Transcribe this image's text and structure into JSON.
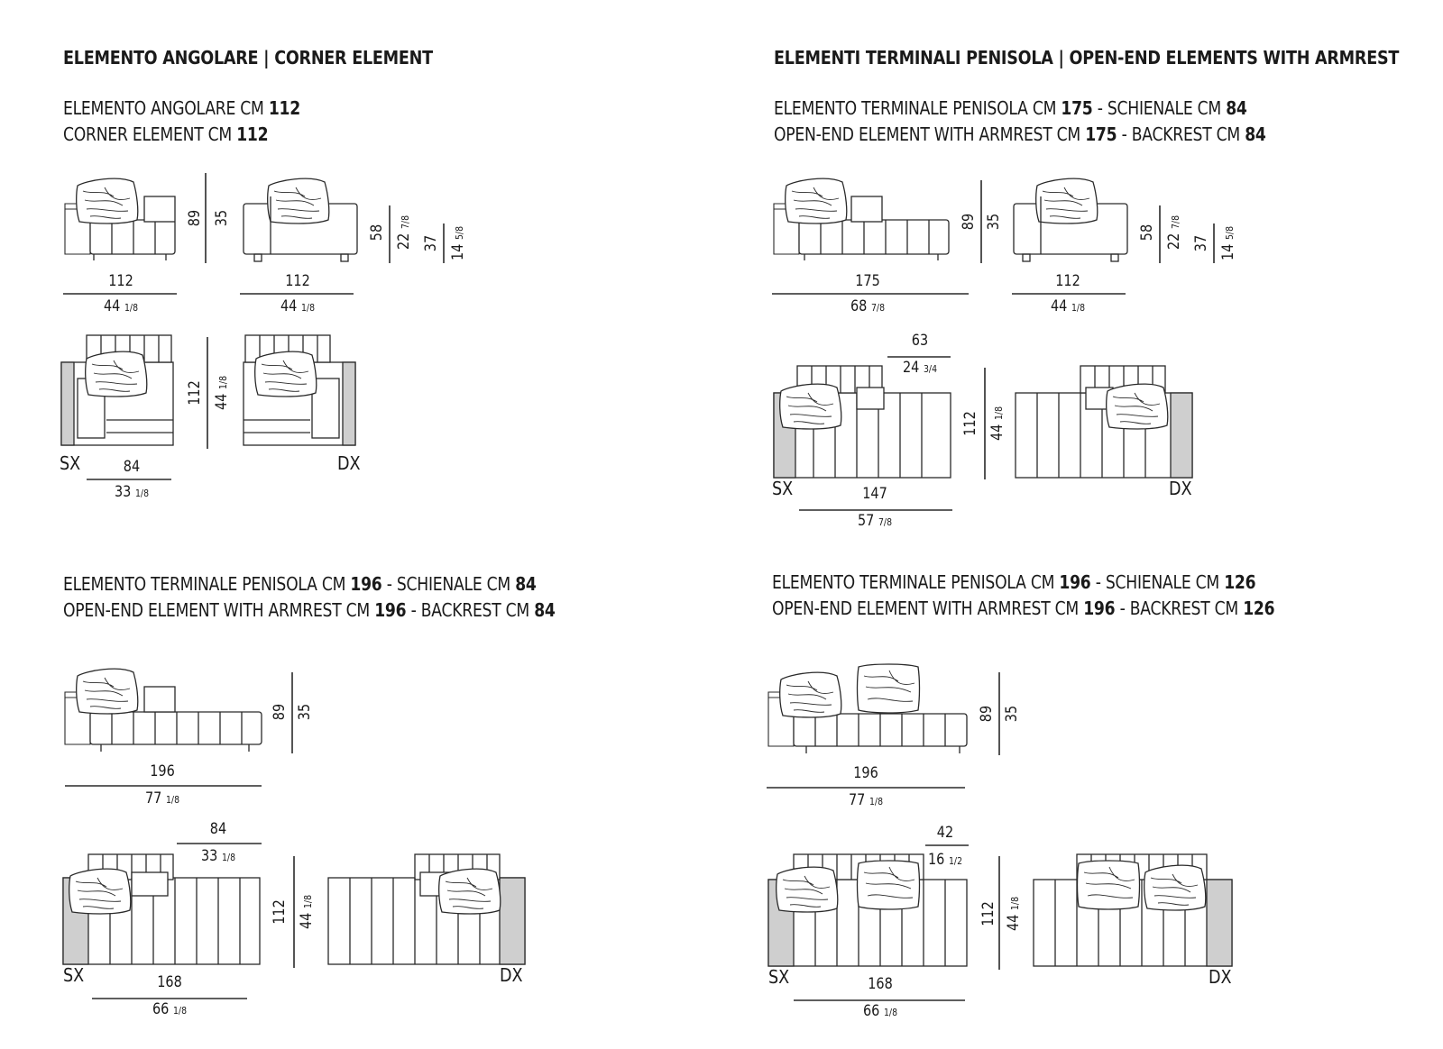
{
  "sections": [
    {
      "heading": "ELEMENTO ANGOLARE | CORNER ELEMENT",
      "caption_it": {
        "pre": "ELEMENTO ANGOLARE CM ",
        "b1": "112",
        "mid": "",
        "b2": ""
      },
      "caption_en": {
        "pre": "CORNER ELEMENT CM ",
        "b1": "112",
        "mid": "",
        "b2": ""
      }
    },
    {
      "heading": "ELEMENTI TERMINALI PENISOLA | OPEN-END ELEMENTS WITH ARMREST",
      "caption_it": {
        "pre": "ELEMENTO TERMINALE PENISOLA CM ",
        "b1": "175",
        "mid": " - SCHIENALE CM ",
        "b2": "84"
      },
      "caption_en": {
        "pre": "OPEN-END ELEMENT WITH ARMREST CM ",
        "b1": "175",
        "mid": " - BACKREST CM ",
        "b2": "84"
      }
    },
    {
      "heading": "",
      "caption_it": {
        "pre": "ELEMENTO TERMINALE PENISOLA  CM ",
        "b1": "196",
        "mid": " - SCHIENALE CM ",
        "b2": "84"
      },
      "caption_en": {
        "pre": "OPEN-END ELEMENT WITH ARMREST CM ",
        "b1": "196",
        "mid": " - BACKREST CM ",
        "b2": "84"
      }
    },
    {
      "heading": "",
      "caption_it": {
        "pre": "ELEMENTO TERMINALE PENISOLA  CM ",
        "b1": "196",
        "mid": " - SCHIENALE CM ",
        "b2": "126"
      },
      "caption_en": {
        "pre": "OPEN-END ELEMENT WITH ARMREST CM ",
        "b1": "196",
        "mid": " - BACKREST CM ",
        "b2": "126"
      }
    }
  ],
  "dims": {
    "d1": "112",
    "d1s": "44",
    "d1f": "1/8",
    "d2": "112",
    "d2s": "44",
    "d2f": "1/8",
    "h89": "89",
    "h35": "35",
    "h58": "58",
    "h22": "22",
    "h22f": "7/8",
    "h37": "37",
    "h14": "14",
    "h14f": "5/8",
    "v112": "112",
    "v44": "44",
    "v44f": "1/8",
    "w84": "84",
    "w33": "33",
    "w33f": "1/8",
    "d175": "175",
    "d68": "68",
    "d68f": "7/8",
    "d112b": "112",
    "d44b": "44",
    "d44bf": "1/8",
    "b89": "89",
    "b35": "35",
    "b58": "58",
    "b22": "22",
    "b22f": "7/8",
    "b37": "37",
    "b14": "14",
    "b14f": "5/8",
    "w63": "63",
    "w24": "24",
    "w24f": "3/4",
    "bv112": "112",
    "bv44": "44",
    "bv44f": "1/8",
    "w147": "147",
    "w57": "57",
    "w57f": "7/8",
    "c196": "196",
    "c77": "77",
    "c77f": "1/8",
    "c89": "89",
    "c35": "35",
    "c84": "84",
    "c33": "33",
    "c33f": "1/8",
    "cv112": "112",
    "cv44": "44",
    "cv44f": "1/8",
    "c168": "168",
    "c66": "66",
    "c66f": "1/8",
    "e196": "196",
    "e77": "77",
    "e77f": "1/8",
    "e89": "89",
    "e35": "35",
    "e42": "42",
    "e16": "16",
    "e16f": "1/2",
    "ev112": "112",
    "ev44": "44",
    "ev44f": "1/8",
    "e168": "168",
    "e66": "66",
    "e66f": "1/8"
  },
  "labels": {
    "sx": "SX",
    "dx": "DX"
  }
}
